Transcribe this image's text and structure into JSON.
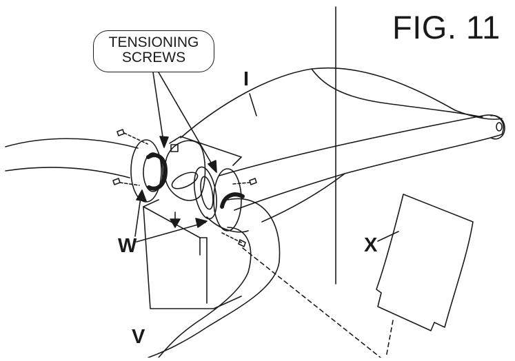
{
  "figure": {
    "title": "FIG. 11",
    "callout": {
      "line1": "TENSIONING",
      "line2": "SCREWS"
    },
    "part_labels": {
      "i": "I",
      "w": "W",
      "x": "X",
      "v": "V"
    }
  },
  "colors": {
    "ink": "#1a1a1a",
    "background": "#ffffff"
  }
}
